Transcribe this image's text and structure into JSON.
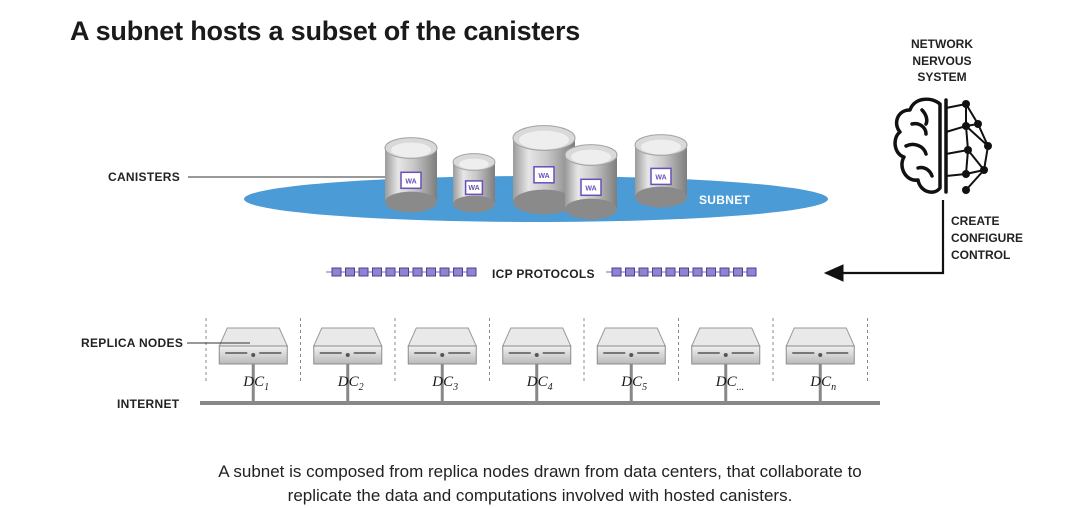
{
  "title": "A subnet hosts a subset of the canisters",
  "labels": {
    "canisters": "CANISTERS",
    "subnet": "SUBNET",
    "icp_protocols": "ICP PROTOCOLS",
    "replica_nodes": "REPLICA NODES",
    "internet": "INTERNET",
    "canister_badge": "WA"
  },
  "network_nervous_system": [
    "NETWORK",
    "NERVOUS",
    "SYSTEM"
  ],
  "nns_actions": [
    "CREATE",
    "CONFIGURE",
    "CONTROL"
  ],
  "data_centers": [
    {
      "base": "DC",
      "sub": "1"
    },
    {
      "base": "DC",
      "sub": "2"
    },
    {
      "base": "DC",
      "sub": "3"
    },
    {
      "base": "DC",
      "sub": "4"
    },
    {
      "base": "DC",
      "sub": "5"
    },
    {
      "base": "DC",
      "sub": "..."
    },
    {
      "base": "DC",
      "sub": "n"
    }
  ],
  "caption": [
    "A subnet is composed from replica nodes drawn from data centers, that collaborate to",
    "replicate the data and computations involved with hosted canisters."
  ]
}
